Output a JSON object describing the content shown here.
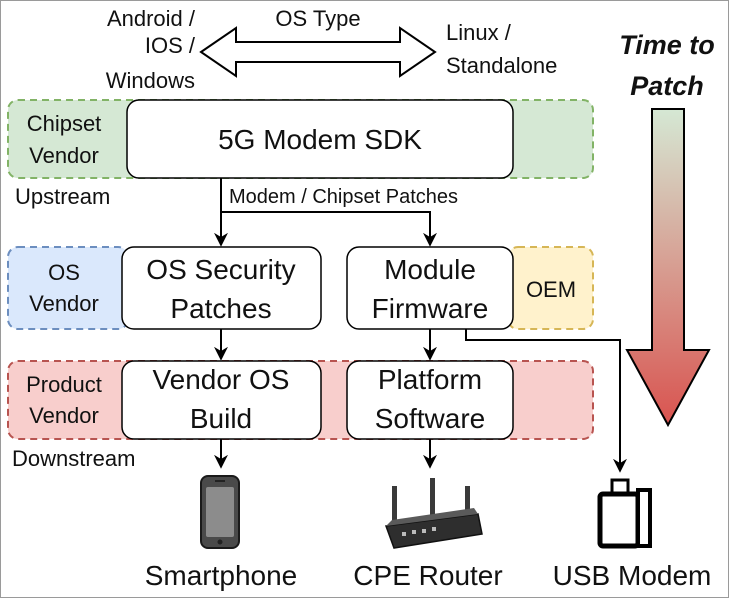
{
  "os_type": {
    "left": [
      "Android /",
      "IOS /",
      "Windows"
    ],
    "center": "OS Type",
    "right": [
      "Linux /",
      "Standalone"
    ]
  },
  "time_to_patch": [
    "Time to",
    "Patch"
  ],
  "bands": {
    "chipset": [
      "Chipset",
      "Vendor"
    ],
    "os": [
      "OS",
      "Vendor"
    ],
    "oem": "OEM",
    "product": [
      "Product",
      "Vendor"
    ]
  },
  "labels": {
    "upstream": "Upstream",
    "downstream": "Downstream",
    "modem_patches": "Modem / Chipset Patches"
  },
  "boxes": {
    "sdk": "5G Modem SDK",
    "os_security": [
      "OS Security",
      "Patches"
    ],
    "module_firmware": [
      "Module",
      "Firmware"
    ],
    "vendor_os": [
      "Vendor OS",
      "Build"
    ],
    "platform_sw": [
      "Platform",
      "Software"
    ]
  },
  "devices": {
    "smartphone": "Smartphone",
    "cpe_router": "CPE Router",
    "usb_modem": "USB Modem"
  },
  "colors": {
    "chipset_fill": "#d5e8d4",
    "chipset_stroke": "#82b366",
    "os_fill": "#dae8fc",
    "os_stroke": "#6c8ebf",
    "oem_fill": "#fff2cc",
    "oem_stroke": "#d6b656",
    "product_fill": "#f8cecc",
    "product_stroke": "#b85450",
    "gradient_top": "#d5e8d4",
    "gradient_bottom": "#d9534f"
  }
}
